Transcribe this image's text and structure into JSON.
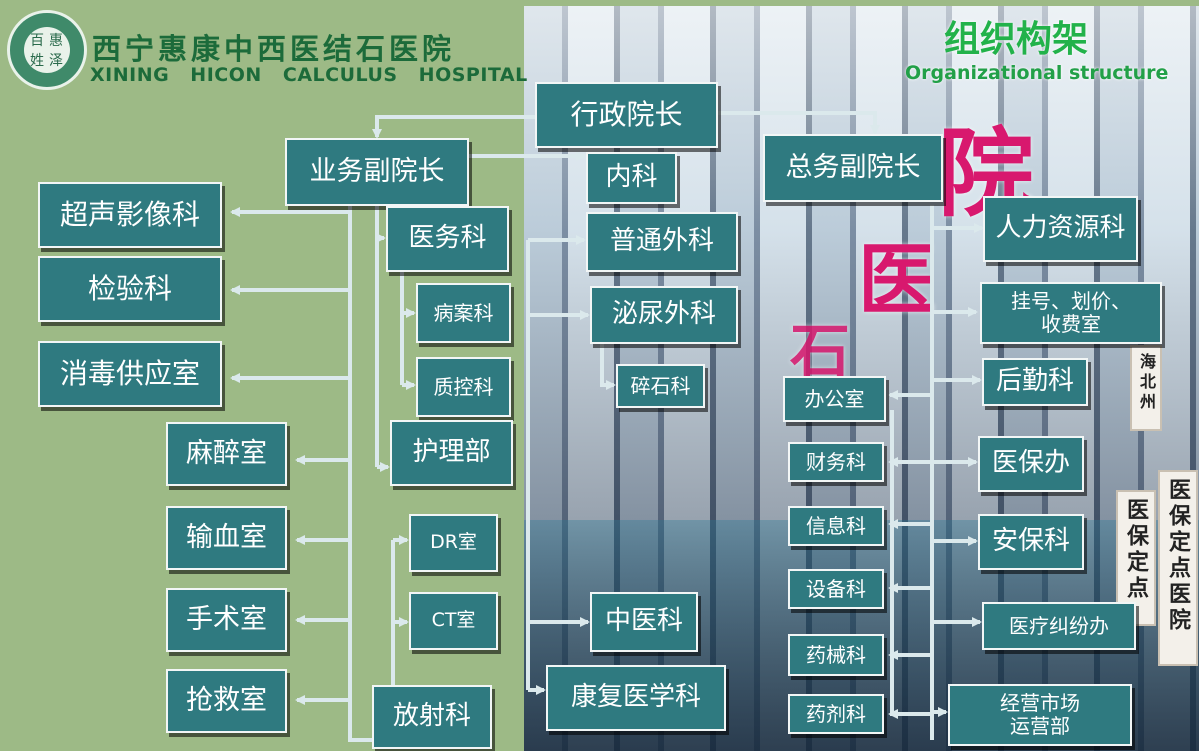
{
  "header": {
    "hospital_name_cn": "西宁惠康中西医结石医院",
    "hospital_name_en": "XINING HICON CALCULUS HOSPITAL",
    "logo_chars": [
      "百",
      "惠",
      "姓",
      "泽"
    ],
    "title_cn": "组织构架",
    "title_en": "Organizational structure"
  },
  "photo_sign": {
    "big_chars": [
      "院",
      "医",
      "石"
    ],
    "plaque_lines": [
      "医保定点医院",
      "医保定点",
      "海北州"
    ]
  },
  "org": {
    "top": "行政院长",
    "business_vp": "业务副院长",
    "general_vp": "总务副院长",
    "left_column": [
      "超声影像科",
      "检验科",
      "消毒供应室",
      "麻醉室",
      "输血室",
      "手术室",
      "抢救室"
    ],
    "medical_affairs": "医务科",
    "medical_affairs_sub": [
      "病案科",
      "质控科"
    ],
    "nursing": "护理部",
    "radiology": "放射科",
    "radiology_sub": [
      "DR室",
      "CT室"
    ],
    "center_column": [
      "内科",
      "普通外科",
      "泌尿外科",
      "中医科",
      "康复医学科"
    ],
    "lithotripsy": "碎石科",
    "office": "办公室",
    "office_sub": [
      "财务科",
      "信息科",
      "设备科",
      "药械科",
      "药剂科"
    ],
    "right_column": [
      "人力资源科",
      "挂号、划价、\n收费室",
      "后勤科",
      "医保办",
      "安保科",
      "医疗纠纷办",
      "经营市场\n运营部"
    ]
  },
  "colors": {
    "background": "#9dba86",
    "box_fill": "#2f7a80",
    "box_border": "#f2f6f6",
    "connector": "#dbe9ec",
    "title_green": "#22b24a",
    "hospital_green": "#1c6b3a"
  }
}
